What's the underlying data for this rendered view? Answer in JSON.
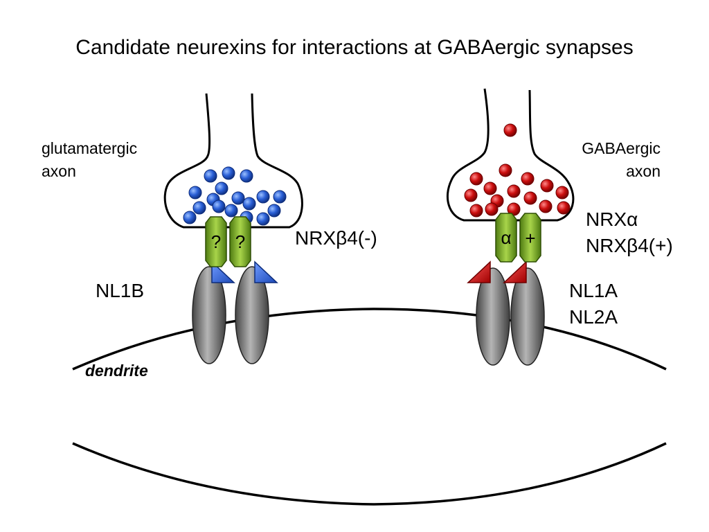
{
  "title": "Candidate neurexins for interactions at GABAergic synapses",
  "left_synapse": {
    "axon_label_line1": "glutamatergic",
    "axon_label_line2": "axon",
    "neurexin_label": "NRXβ4(-)",
    "neurexin_symbols": [
      "?",
      "?"
    ],
    "neuroligin_label": "NL1B",
    "vesicle_color": "#2a5fd6",
    "ligand_color": "#2a5fd6"
  },
  "right_synapse": {
    "axon_label_line1": "GABAergic",
    "axon_label_line2": "axon",
    "neurexin_label_line1": "NRXα",
    "neurexin_label_line2": "NRXβ4(+)",
    "neurexin_symbols": [
      "α",
      "+"
    ],
    "neuroligin_label_line1": "NL1A",
    "neuroligin_label_line2": "NL2A",
    "vesicle_color": "#cc0f0f",
    "ligand_color": "#cc0f0f"
  },
  "dendrite_label": "dendrite",
  "colors": {
    "neurexin": "#6fa51f",
    "neuroligin": "#6b6b6b"
  }
}
